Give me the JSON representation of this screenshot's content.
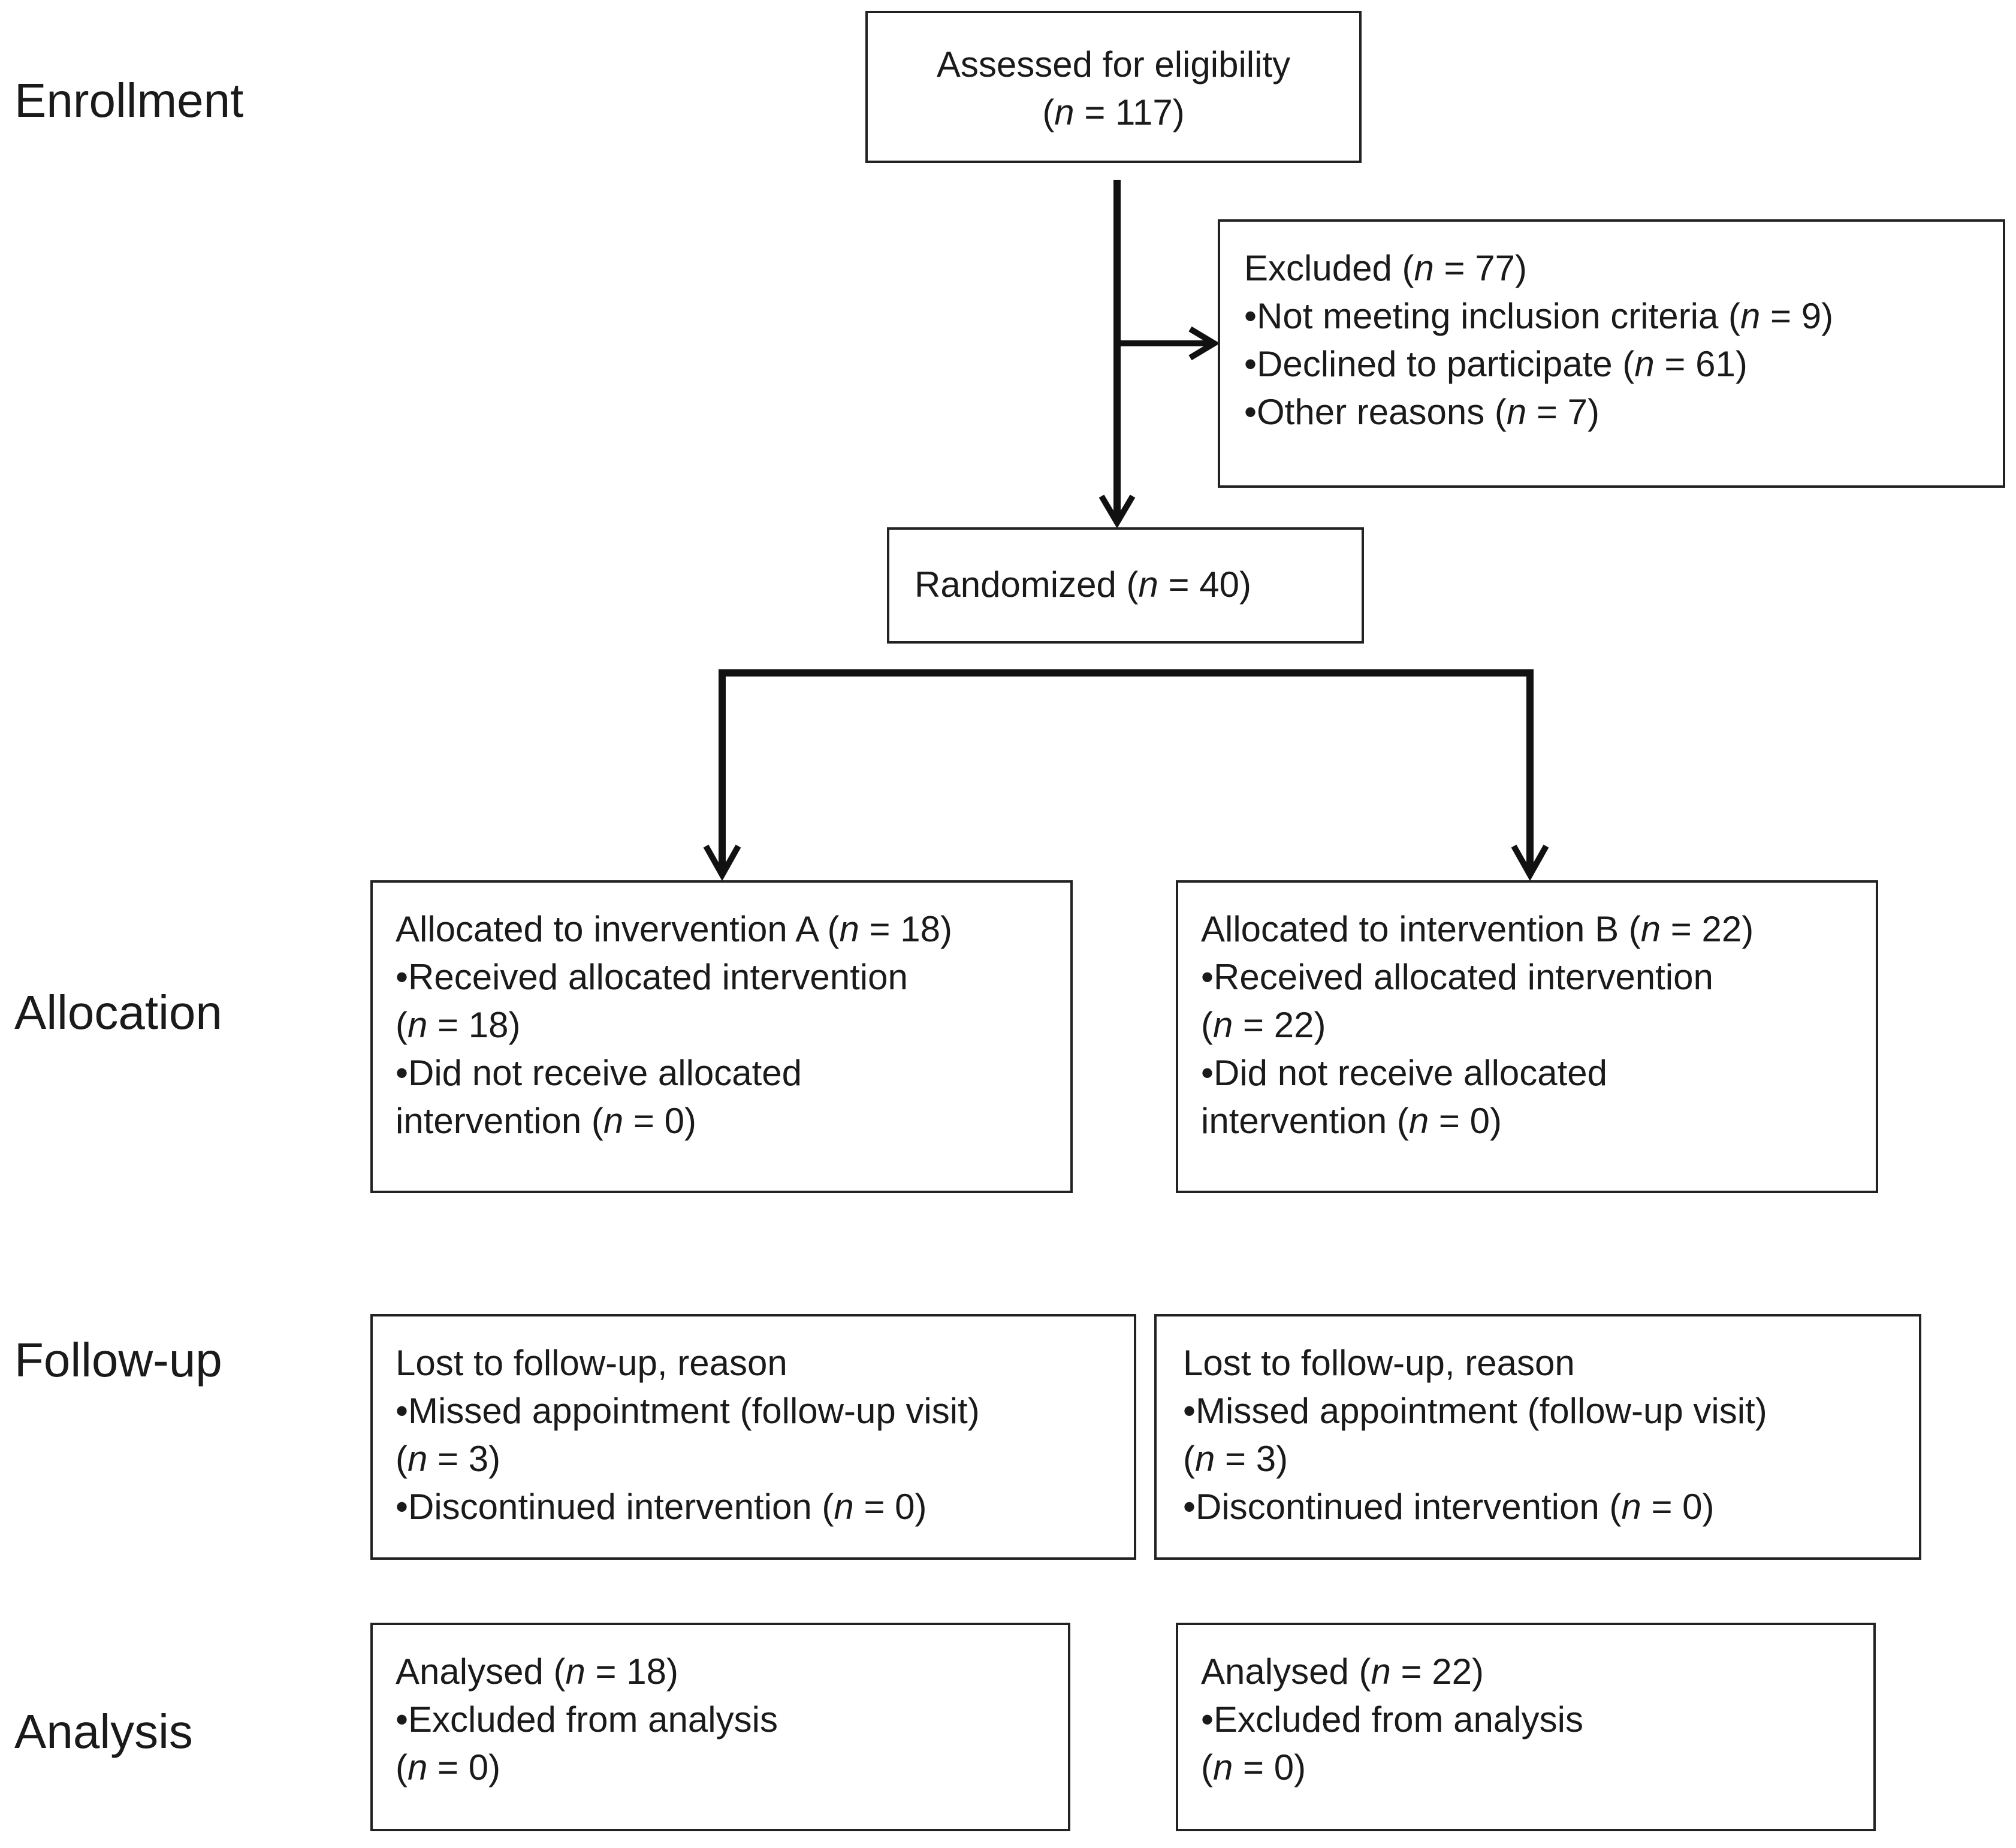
{
  "stages": {
    "enrollment": "Enrollment",
    "allocation": "Allocation",
    "followup": "Follow-up",
    "analysis": "Analysis"
  },
  "boxes": {
    "assessed": {
      "line1": "Assessed for eligibility",
      "line2_pre": "(",
      "n": "n",
      "line2_post": " = 117)"
    },
    "excluded": {
      "title_pre": "Excluded (",
      "title_post": " = 77)",
      "b1_pre": "•Not meeting inclusion criteria (",
      "b1_post": " = 9)",
      "b2_pre": "•Declined to participate (",
      "b2_post": " = 61)",
      "b3_pre": "•Other reasons (",
      "b3_post": " = 7)"
    },
    "randomized": {
      "pre": "Randomized (",
      "post": " = 40)"
    },
    "alloc_a": {
      "title_pre": "Allocated to invervention A (",
      "title_post": " = 18)",
      "l2": "•Received allocated intervention",
      "l3_pre": "(",
      "l3_post": " = 18)",
      "l4": "•Did not receive allocated",
      "l5_pre": "intervention (",
      "l5_post": " = 0)"
    },
    "alloc_b": {
      "title_pre": "Allocated to intervention B (",
      "title_post": " = 22)",
      "l2": "•Received allocated intervention",
      "l3_pre": "(",
      "l3_post": " = 22)",
      "l4": "•Did not receive allocated",
      "l5_pre": "intervention (",
      "l5_post": " = 0)"
    },
    "follow_a": {
      "l1": "Lost to follow-up, reason",
      "l2": "•Missed appointment (follow-up visit)",
      "l3_pre": "(",
      "l3_post": " = 3)",
      "l4_pre": "•Discontinued intervention (",
      "l4_post": " = 0)"
    },
    "follow_b": {
      "l1": "Lost to follow-up, reason",
      "l2": "•Missed appointment (follow-up visit)",
      "l3_pre": "(",
      "l3_post": " = 3)",
      "l4_pre": "•Discontinued intervention (",
      "l4_post": " = 0)"
    },
    "analysis_a": {
      "title_pre": "Analysed (",
      "title_post": " = 18)",
      "l2": "•Excluded from analysis",
      "l3_pre": "(",
      "l3_post": " = 0)"
    },
    "analysis_b": {
      "title_pre": "Analysed (",
      "title_post": " = 22)",
      "l2": "•Excluded from analysis",
      "l3_pre": "(",
      "l3_post": " = 0)"
    }
  },
  "n_symbol": "n",
  "colors": {
    "line": "#111111",
    "text": "#1a1a1a"
  }
}
